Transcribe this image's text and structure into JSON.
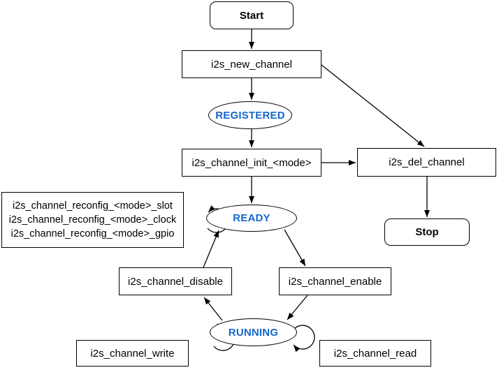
{
  "nodes": {
    "start": {
      "label": "Start"
    },
    "new_channel": {
      "label": "i2s_new_channel"
    },
    "registered": {
      "label": "REGISTERED"
    },
    "init": {
      "label": "i2s_channel_init_<mode>"
    },
    "del": {
      "label": "i2s_del_channel"
    },
    "stop": {
      "label": "Stop"
    },
    "ready": {
      "label": "READY"
    },
    "reconfig": {
      "lines": [
        "i2s_channel_reconfig_<mode>_slot",
        "i2s_channel_reconfig_<mode>_clock",
        "i2s_channel_reconfig_<mode>_gpio"
      ]
    },
    "disable": {
      "label": "i2s_channel_disable"
    },
    "enable": {
      "label": "i2s_channel_enable"
    },
    "running": {
      "label": "RUNNING"
    },
    "write": {
      "label": "i2s_channel_write"
    },
    "read": {
      "label": "i2s_channel_read"
    }
  },
  "colors": {
    "state_text": "#1666CC",
    "stroke": "#000000",
    "background": "#FFFFFF"
  }
}
